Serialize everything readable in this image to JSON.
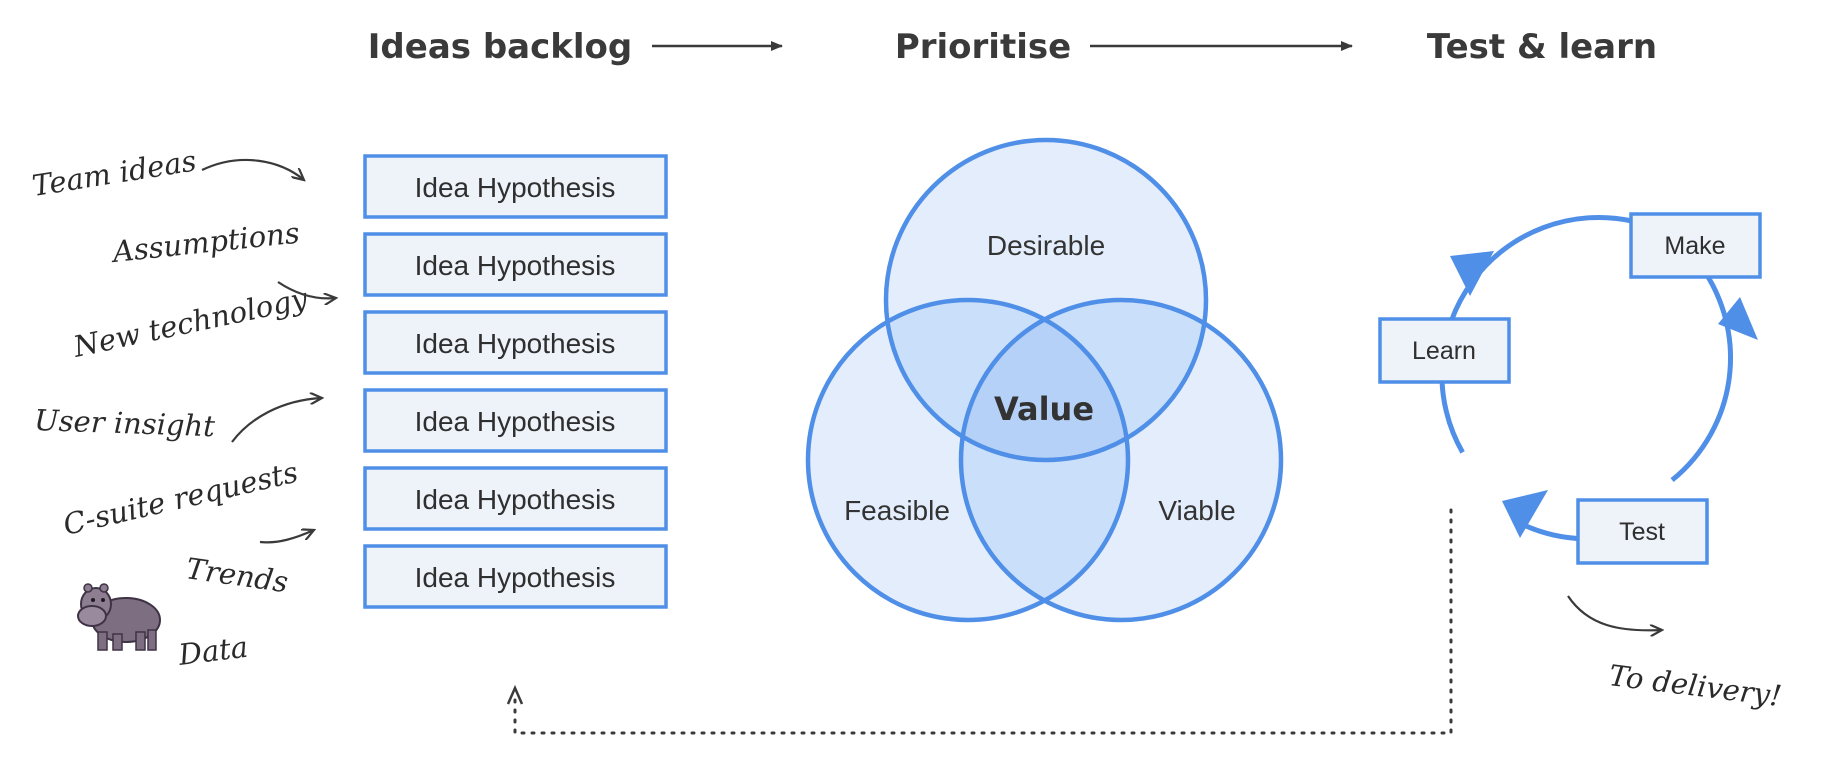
{
  "steps": {
    "backlog": "Ideas backlog",
    "prioritise": "Prioritise",
    "test_learn": "Test & learn"
  },
  "sources": [
    "Team ideas",
    "Assumptions",
    "New technology",
    "User insight",
    "C-suite requests",
    "Trends",
    "Data"
  ],
  "backlog_items": [
    "Idea Hypothesis",
    "Idea Hypothesis",
    "Idea Hypothesis",
    "Idea Hypothesis",
    "Idea Hypothesis",
    "Idea Hypothesis"
  ],
  "venn": {
    "top": "Desirable",
    "left": "Feasible",
    "right": "Viable",
    "center": "Value"
  },
  "loop": {
    "make": "Make",
    "learn": "Learn",
    "test": "Test"
  },
  "delivery": "To delivery!",
  "icons": {
    "mascot": "hippo-icon"
  },
  "colors": {
    "accent": "#4f8fe8",
    "box_fill": "#eef2f9",
    "venn_fill": "#e3edfb",
    "venn_overlap": "#cadffa",
    "venn_center": "#b6d1f7",
    "text": "#333333"
  }
}
